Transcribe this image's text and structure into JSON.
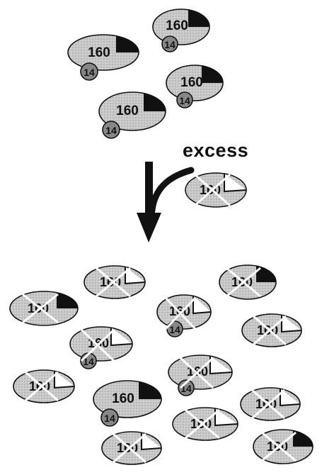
{
  "top_cluster_molecules": [
    {
      "label": "160",
      "sub_label": "14"
    },
    {
      "label": "160",
      "sub_label": "14"
    },
    {
      "label": "160",
      "sub_label": "14"
    },
    {
      "label": "160",
      "sub_label": "14"
    }
  ],
  "arrow_label": "excess",
  "competitor_label": "160",
  "bottom_cluster": {
    "label_bound": "160",
    "label_competitor": "160",
    "sub_label": "14"
  },
  "colors": {
    "ellipse_fill": "#c4c4c4",
    "ellipse_stroke": "#111111",
    "small_circle_fill": "#8d8d8d",
    "filled_wedge": "#111111",
    "cross_mark": "#ffffff"
  }
}
